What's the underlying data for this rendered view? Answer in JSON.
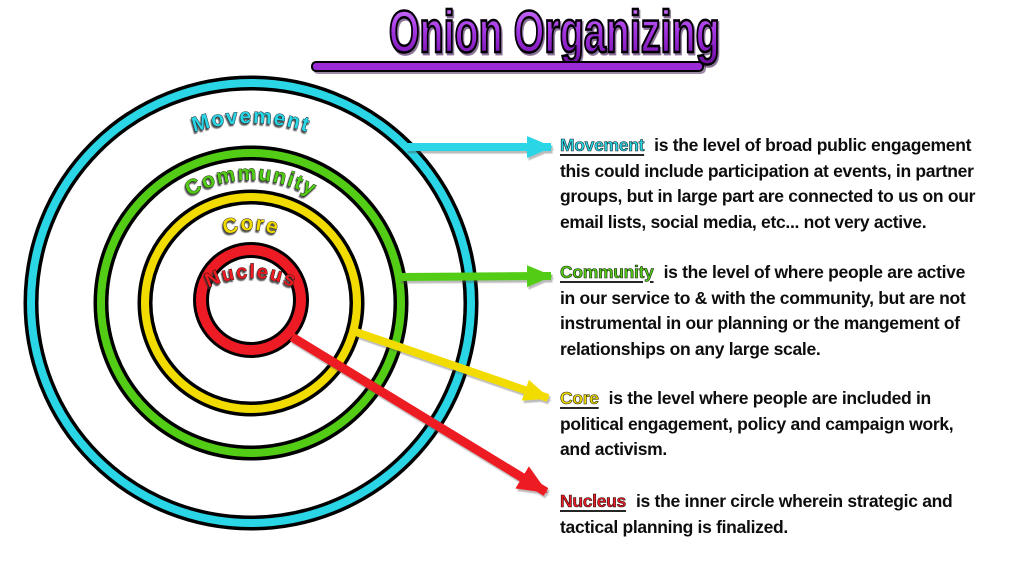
{
  "title": "Onion Organizing",
  "title_colors": [
    "#CF7BFF",
    "#9A2BD6",
    "#6D0FA0"
  ],
  "rings": [
    {
      "label": "Movement",
      "color": "#2AD5E5"
    },
    {
      "label": "Community",
      "color": "#53CC15"
    },
    {
      "label": "Core",
      "color": "#F2DC00"
    },
    {
      "label": "Nucleus",
      "color": "#ED1B24"
    }
  ],
  "sections": [
    {
      "keyword": "Movement",
      "color": "#2AD5E5",
      "line1": "is the level of broad public engagement",
      "line2": "this could include participation at events, in partner",
      "line3": "groups, but in large part are connected to us on our",
      "line4": "email lists, social media, etc... not very active."
    },
    {
      "keyword": "Community",
      "color": "#53CC15",
      "line1": "is the level of where people are active",
      "line2": "in our service to & with the community, but are not",
      "line3": "instrumental in our planning or the mangement of",
      "line4": "relationships on any large scale."
    },
    {
      "keyword": "Core",
      "color": "#F2DC00",
      "line1": "is the level where people are included in",
      "line2": "political engagement, policy and campaign work,",
      "line3": "and activism."
    },
    {
      "keyword": "Nucleus",
      "color": "#ED1B24",
      "line1": "is the inner circle wherein strategic and",
      "line2": "tactical planning is finalized."
    }
  ]
}
